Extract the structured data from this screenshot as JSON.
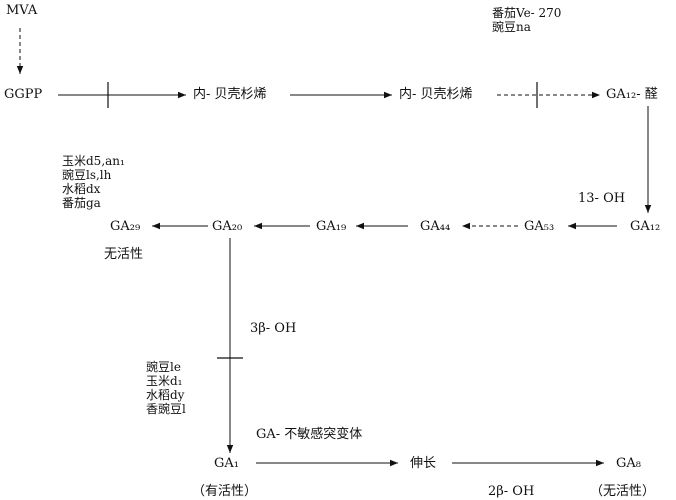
{
  "nodes": {
    "mva": "MVA",
    "ggpp": "GGPP",
    "kaurene_1": "内- 贝壳杉烯",
    "kaurene_2": "内- 贝壳杉烯",
    "ga12_ald": "GA₁₂- 醛",
    "ga12": "GA₁₂",
    "ga53": "GA₅₃",
    "ga44": "GA₄₄",
    "ga19": "GA₁₉",
    "ga20": "GA₂₀",
    "ga29": "GA₂₉",
    "ga1": "GA₁",
    "elongation": "伸长",
    "ga8": "GA₈"
  },
  "labels": {
    "oh13": "13- OH",
    "beta3_oh": "3β- OH",
    "beta2_oh": "2β- OH",
    "inactive_ga29": "无活性",
    "active_ga1": "（有活性）",
    "inactive_ga8": "（无活性）",
    "ga_insensitive": "GA- 不敏感突变体"
  },
  "mutants": {
    "top_right": [
      "番茄Ve- 270",
      "豌豆na"
    ],
    "ga20_ox": [
      "玉米d5,an₁",
      "豌豆ls,lh",
      "水稻dx",
      "番茄ga"
    ],
    "ga3_ox": [
      "豌豆le",
      "玉米d₁",
      "水稻dy",
      "香豌豆l"
    ]
  }
}
